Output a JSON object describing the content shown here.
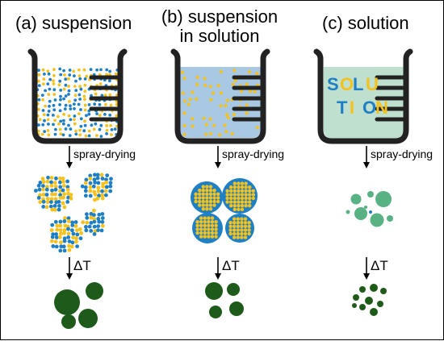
{
  "columns": [
    {
      "id": "a",
      "title_line1": "(a) suspension",
      "title_line2": ""
    },
    {
      "id": "b",
      "title_line1": "(b) suspension",
      "title_line2": "in solution"
    },
    {
      "id": "c",
      "title_line1": "(c) solution",
      "title_line2": ""
    }
  ],
  "step1_label": "spray-drying",
  "step2_label": "ΔT",
  "beaker_c_text": {
    "line1": "SOLU",
    "line2": "TION"
  },
  "colors": {
    "blue_particle": "#1f7fc4",
    "yellow_particle": "#f4c21e",
    "liquid": "#a8c8e4",
    "solution_liquid": "#bfe0cf",
    "green_particle": "#58b283",
    "dark_green": "#1e5a19",
    "beaker_outline": "#222222"
  }
}
